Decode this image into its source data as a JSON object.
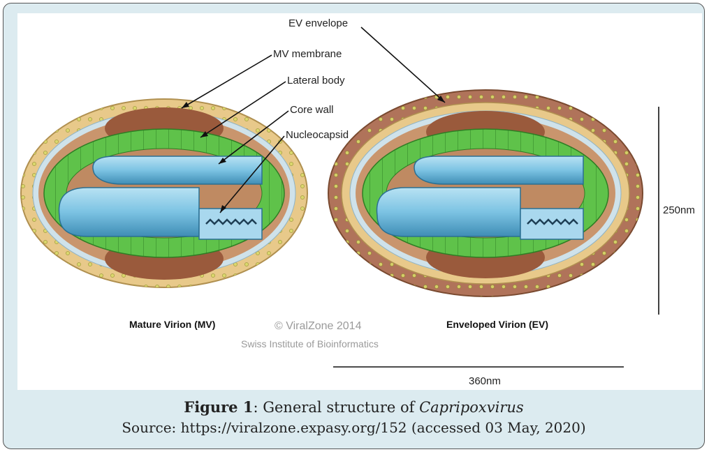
{
  "diagram": {
    "labels": {
      "ev_envelope": "EV envelope",
      "mv_membrane": "MV membrane",
      "lateral_body": "Lateral body",
      "core_wall": "Core wall",
      "nucleocapsid": "Nucleocapsid"
    },
    "virions": {
      "mature": "Mature Virion (MV)",
      "enveloped": "Enveloped Virion (EV)"
    },
    "credit": {
      "line1": "© ViralZone 2014",
      "line2": "Swiss Institute of Bioinformatics"
    },
    "scale": {
      "height": "250nm",
      "width": "360nm"
    },
    "colors": {
      "membrane_yellow": "#e8c98a",
      "lateral_body_brown": "#9a5a3c",
      "core_wall_green": "#5fc24a",
      "nucleocapsid_blue": "#7cc3e3",
      "envelope_brown": "#b0735a"
    }
  },
  "caption": {
    "figure_label": "Figure 1",
    "title_prefix": ": General structure of ",
    "title_italic": "Capripoxvirus",
    "source": "Source: https://viralzone.expasy.org/152 (accessed 03 May, 2020)"
  }
}
